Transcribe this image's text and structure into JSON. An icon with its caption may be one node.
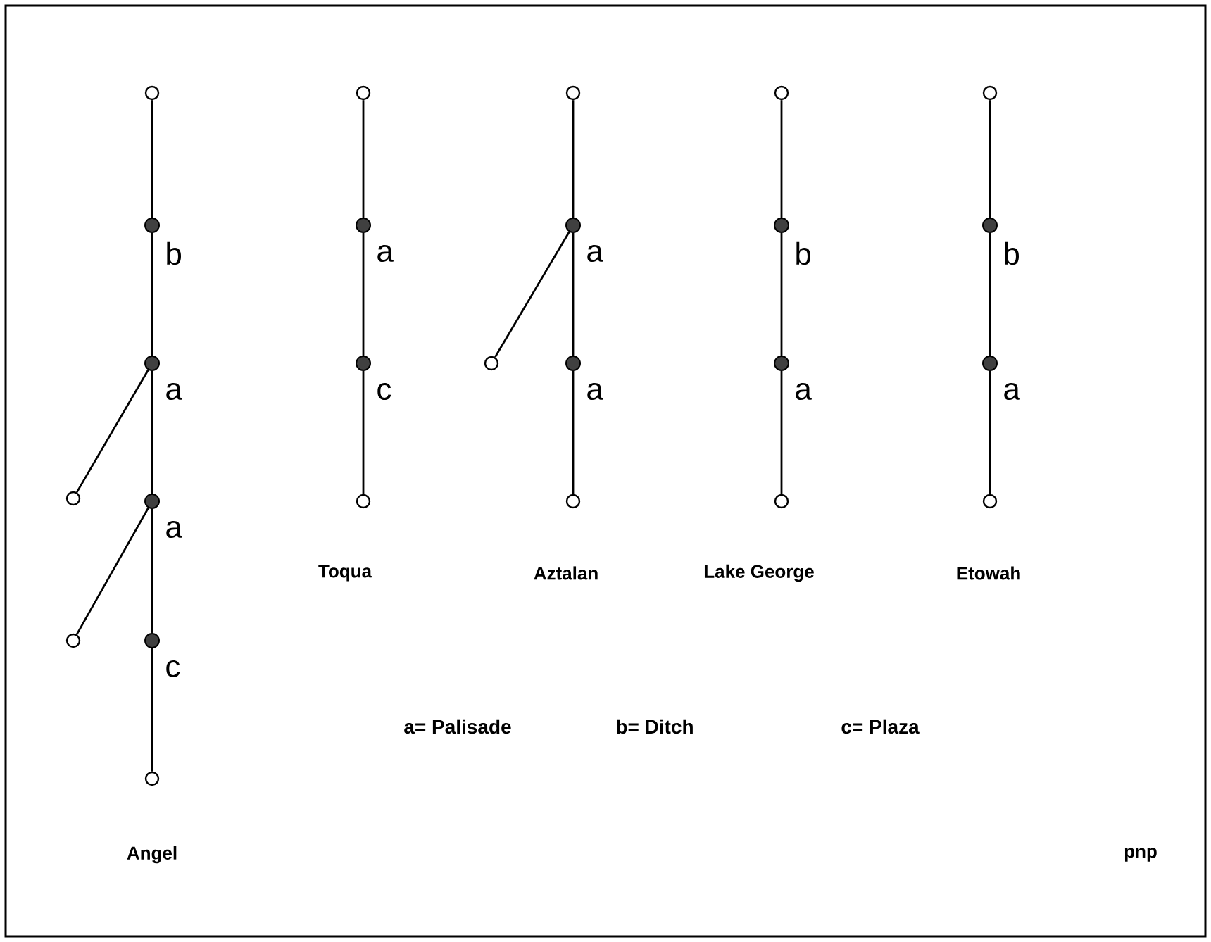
{
  "diagram": {
    "nodes": [
      {
        "text": [],
        "shape": "circle"
      },
      {
        "text": [],
        "shape": "dot",
        "beside": [
          "b"
        ]
      },
      {
        "text": [],
        "shape": "dot",
        "beside": [
          "a"
        ]
      },
      {
        "text": [],
        "shape": "circle"
      },
      {
        "text": [],
        "shape": "dot",
        "beside": [
          "a"
        ]
      },
      {
        "text": [],
        "shape": "circle"
      },
      {
        "text": [],
        "shape": "dot",
        "beside": [
          "c"
        ]
      },
      {
        "text": [],
        "shape": "circle"
      },
      {
        "text": [],
        "shape": "circle"
      },
      {
        "text": [],
        "shape": "dot",
        "beside": [
          "a"
        ]
      },
      {
        "text": [],
        "shape": "dot",
        "beside": [
          "c"
        ]
      },
      {
        "text": [],
        "shape": "circle"
      },
      {
        "text": [],
        "shape": "circle"
      },
      {
        "text": [],
        "shape": "dot",
        "beside": [
          "a"
        ]
      },
      {
        "text": [],
        "shape": "circle"
      },
      {
        "text": [],
        "shape": "dot",
        "beside": [
          "a"
        ]
      },
      {
        "text": [],
        "shape": "circle"
      },
      {
        "text": [],
        "shape": "circle"
      },
      {
        "text": [],
        "shape": "dot",
        "beside": [
          "b"
        ]
      },
      {
        "text": [],
        "shape": "dot",
        "beside": [
          "a"
        ]
      },
      {
        "text": [],
        "shape": "circle"
      },
      {
        "text": [],
        "shape": "circle"
      },
      {
        "text": [],
        "shape": "dot",
        "beside": [
          "b"
        ]
      },
      {
        "text": [],
        "shape": "dot",
        "beside": [
          "a"
        ]
      },
      {
        "text": [],
        "shape": "circle"
      }
    ],
    "edges": [
      {
        "from": 0,
        "to": 1,
        "arrow": "none"
      },
      {
        "from": 1,
        "to": 2,
        "arrow": "none"
      },
      {
        "from": 2,
        "to": 4,
        "arrow": "none"
      },
      {
        "from": 4,
        "to": 6,
        "arrow": "none"
      },
      {
        "from": 6,
        "to": 7,
        "arrow": "none"
      },
      {
        "from": 2,
        "to": 3,
        "arrow": "none"
      },
      {
        "from": 4,
        "to": 5,
        "arrow": "none"
      },
      {
        "from": 8,
        "to": 9,
        "arrow": "none"
      },
      {
        "from": 9,
        "to": 10,
        "arrow": "none"
      },
      {
        "from": 10,
        "to": 11,
        "arrow": "none"
      },
      {
        "from": 12,
        "to": 13,
        "arrow": "none"
      },
      {
        "from": 13,
        "to": 15,
        "arrow": "none"
      },
      {
        "from": 15,
        "to": 16,
        "arrow": "none"
      },
      {
        "from": 13,
        "to": 14,
        "arrow": "none"
      },
      {
        "from": 17,
        "to": 18,
        "arrow": "none"
      },
      {
        "from": 18,
        "to": 19,
        "arrow": "none"
      },
      {
        "from": 19,
        "to": 20,
        "arrow": "none"
      },
      {
        "from": 21,
        "to": 22,
        "arrow": "none"
      },
      {
        "from": 22,
        "to": 23,
        "arrow": "none"
      },
      {
        "from": 23,
        "to": 24,
        "arrow": "none"
      }
    ],
    "labels": [
      "Toqua",
      "Aztalan",
      "Lake George",
      "Etowah",
      "Angel",
      "pnp"
    ],
    "legend": [
      {
        "text": "a= Palisade"
      },
      {
        "text": "b= Ditch"
      },
      {
        "text": "c= Plaza"
      }
    ]
  }
}
